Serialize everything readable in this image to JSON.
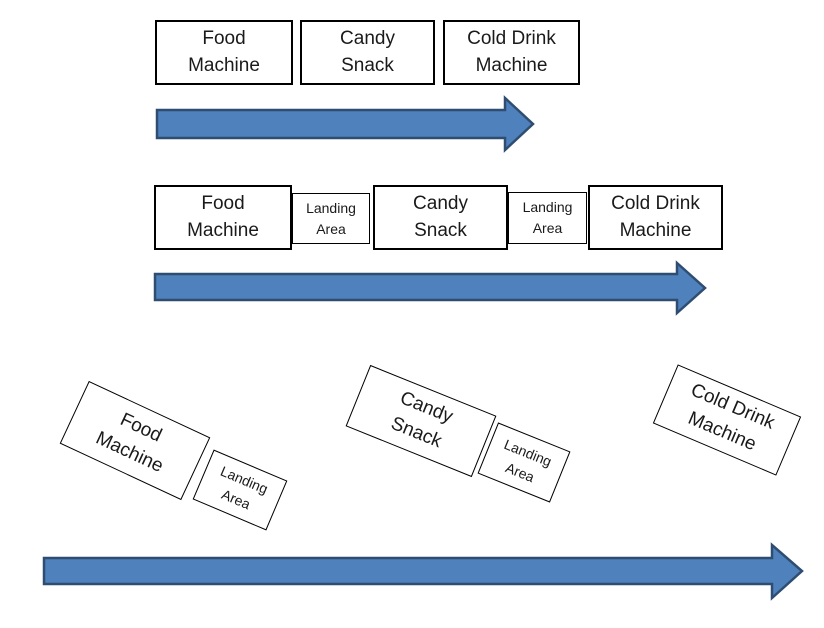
{
  "diagram": {
    "description": "Vending machine layout flow diagram with three arrangements",
    "rows": [
      {
        "name": "row-aligned-no-landing",
        "boxes": [
          {
            "label": "Food Machine"
          },
          {
            "label": "Candy Snack"
          },
          {
            "label": "Cold Drink Machine"
          }
        ],
        "arrow": {
          "direction": "right"
        }
      },
      {
        "name": "row-aligned-with-landing",
        "boxes": [
          {
            "label": "Food Machine"
          },
          {
            "label": "Landing Area"
          },
          {
            "label": "Candy Snack"
          },
          {
            "label": "Landing Area"
          },
          {
            "label": "Cold Drink Machine"
          }
        ],
        "arrow": {
          "direction": "right"
        }
      },
      {
        "name": "row-rotated-scattered",
        "boxes": [
          {
            "label": "Food Machine",
            "rotation_deg": 25
          },
          {
            "label": "Landing Area",
            "rotation_deg": 23
          },
          {
            "label": "Candy Snack",
            "rotation_deg": 22
          },
          {
            "label": "Landing Area",
            "rotation_deg": 22
          },
          {
            "label": "Cold Drink Machine",
            "rotation_deg": 23
          }
        ],
        "arrow": {
          "direction": "right"
        }
      }
    ]
  },
  "colors": {
    "arrow_fill": "#4F81BD",
    "arrow_stroke": "#2E4D71",
    "box_border": "#000000",
    "box_fill": "#FFFFFF",
    "text": "#1A1A1A"
  }
}
